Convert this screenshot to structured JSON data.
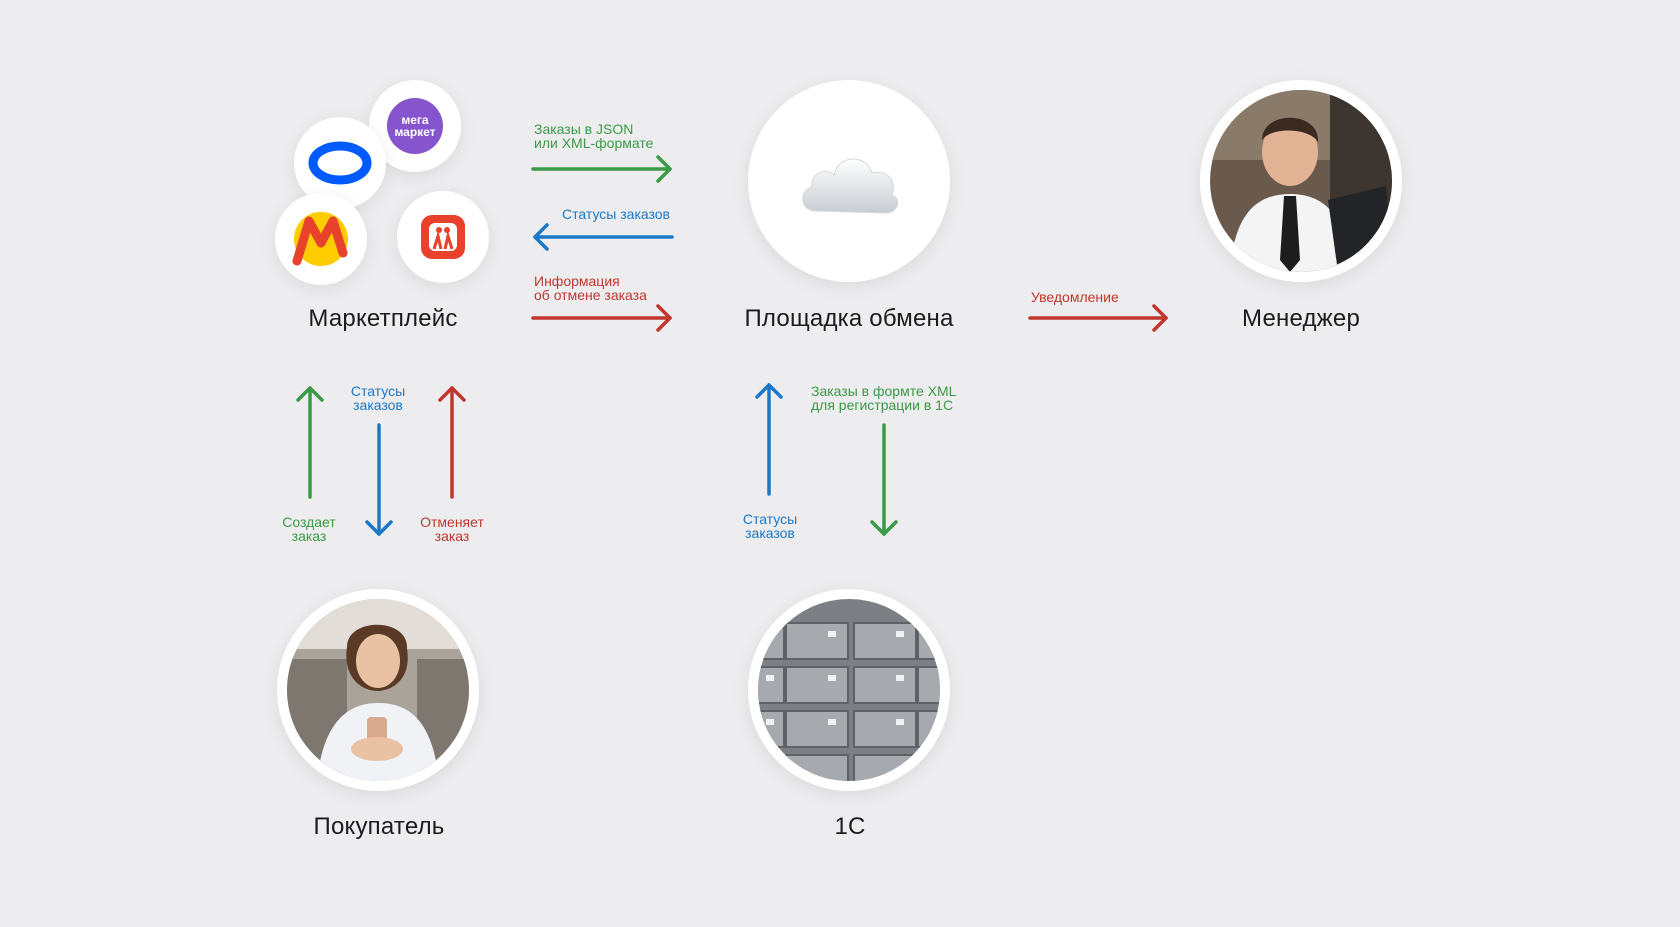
{
  "nodes": {
    "marketplace": "Маркетплейс",
    "exchange": "Площадка обмена",
    "manager": "Менеджер",
    "buyer": "Покупатель",
    "onec": "1С"
  },
  "logos": {
    "megamarket_line1": "мега",
    "megamarket_line2": "маркет"
  },
  "edges": {
    "orders_json_xml": "Заказы в JSON\nили XML-формате",
    "order_statuses_top": "Статусы заказов",
    "cancel_info": "Информация\nоб отмене заказа",
    "notification": "Уведомление",
    "statuses_left": "Статусы\nзаказов",
    "creates_order": "Создает\nзаказ",
    "cancels_order": "Отменяет\nзаказ",
    "orders_xml_1c": "Заказы в формте XML\nдля регистрации в 1С",
    "statuses_1c": "Статусы\nзаказов"
  },
  "colors": {
    "background": "#ededef",
    "green": "#3a9a45",
    "blue": "#1a78c8",
    "red": "#c0362c",
    "ozon_blue": "#005bff",
    "megamarket_purple": "#8654cc",
    "yandex_yellow": "#ffcc00",
    "aliexpress_red": "#e8412c"
  },
  "icons": [
    "ozon-logo-icon",
    "megamarket-logo-icon",
    "yandex-market-logo-icon",
    "aliexpress-logo-icon",
    "cloud-icon",
    "manager-photo",
    "buyer-photo",
    "file-cabinet-photo"
  ]
}
